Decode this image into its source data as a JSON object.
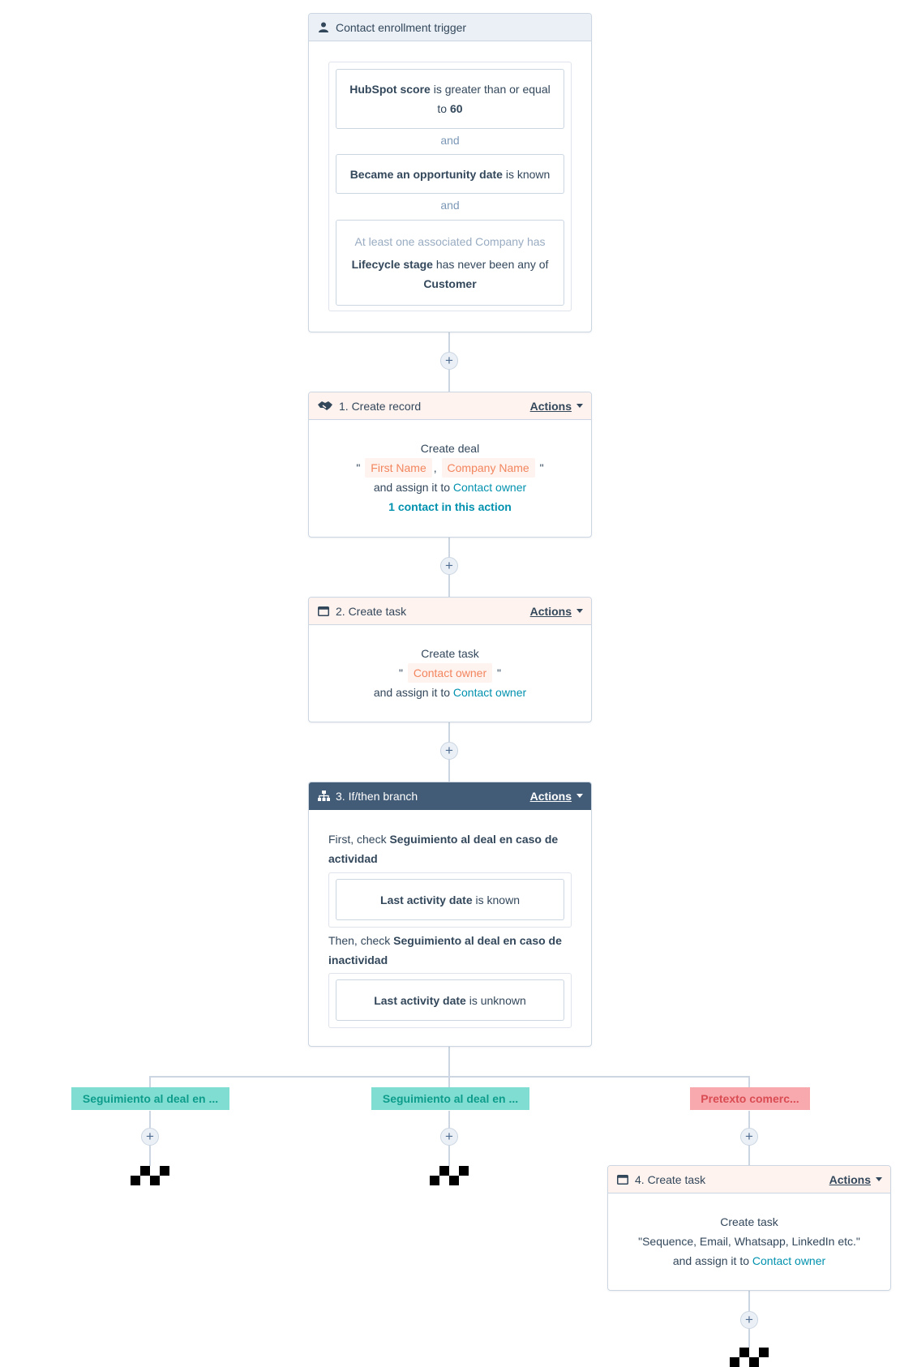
{
  "trigger": {
    "title": "Contact enrollment trigger",
    "filter1": {
      "prop": "HubSpot score",
      "op": "is greater than or equal to",
      "value": "60"
    },
    "and1": "and",
    "filter2": {
      "prop": "Became an opportunity date",
      "op": "is known"
    },
    "and2": "and",
    "filter3": {
      "pre": "At least one associated Company has",
      "prop": "Lifecycle stage",
      "op": "has never been any of",
      "value": "Customer"
    }
  },
  "step1": {
    "title": "1. Create record",
    "actions": "Actions",
    "line1": "Create deal",
    "quote_open": "\"",
    "token1": "First Name",
    "comma": ",",
    "token2": "Company Name",
    "quote_close": "\"",
    "assign": "and assign it to",
    "owner": "Contact owner",
    "count": "1 contact in this action"
  },
  "step2": {
    "title": "2. Create task",
    "actions": "Actions",
    "line1": "Create task",
    "quote_open": "\"",
    "token": "Contact owner",
    "quote_close": "\"",
    "assign": "and assign it to",
    "owner": "Contact owner"
  },
  "step3": {
    "title": "3. If/then branch",
    "actions": "Actions",
    "first_prefix": "First, check",
    "first_branch": "Seguimiento al deal en caso de actividad",
    "cond1": {
      "prop": "Last activity date",
      "op": "is known"
    },
    "then_prefix": "Then, check",
    "then_branch": "Seguimiento al deal en caso de inactividad",
    "cond2": {
      "prop": "Last activity date",
      "op": "is unknown"
    }
  },
  "branches": {
    "b1": "Seguimiento al deal en ...",
    "b2": "Seguimiento al deal en ...",
    "b3": "Pretexto comerc..."
  },
  "step4": {
    "title": "4. Create task",
    "actions": "Actions",
    "line1": "Create task",
    "line2": "\"Sequence, Email, Whatsapp, LinkedIn etc.\"",
    "assign": "and assign it to",
    "owner": "Contact owner"
  },
  "plus_label": "+",
  "colors": {
    "border": "#cbd6e2",
    "branch_header": "#425b76",
    "action_header": "#fff3ef",
    "token": "#f2855e",
    "link": "#0091ae",
    "teal_label": "#7fded1",
    "coral_label": "#f8a9ad"
  },
  "icons": [
    "contact-icon",
    "handshake-icon",
    "task-icon",
    "branch-icon",
    "end-flag-icon",
    "plus-icon",
    "caret-down-icon"
  ]
}
